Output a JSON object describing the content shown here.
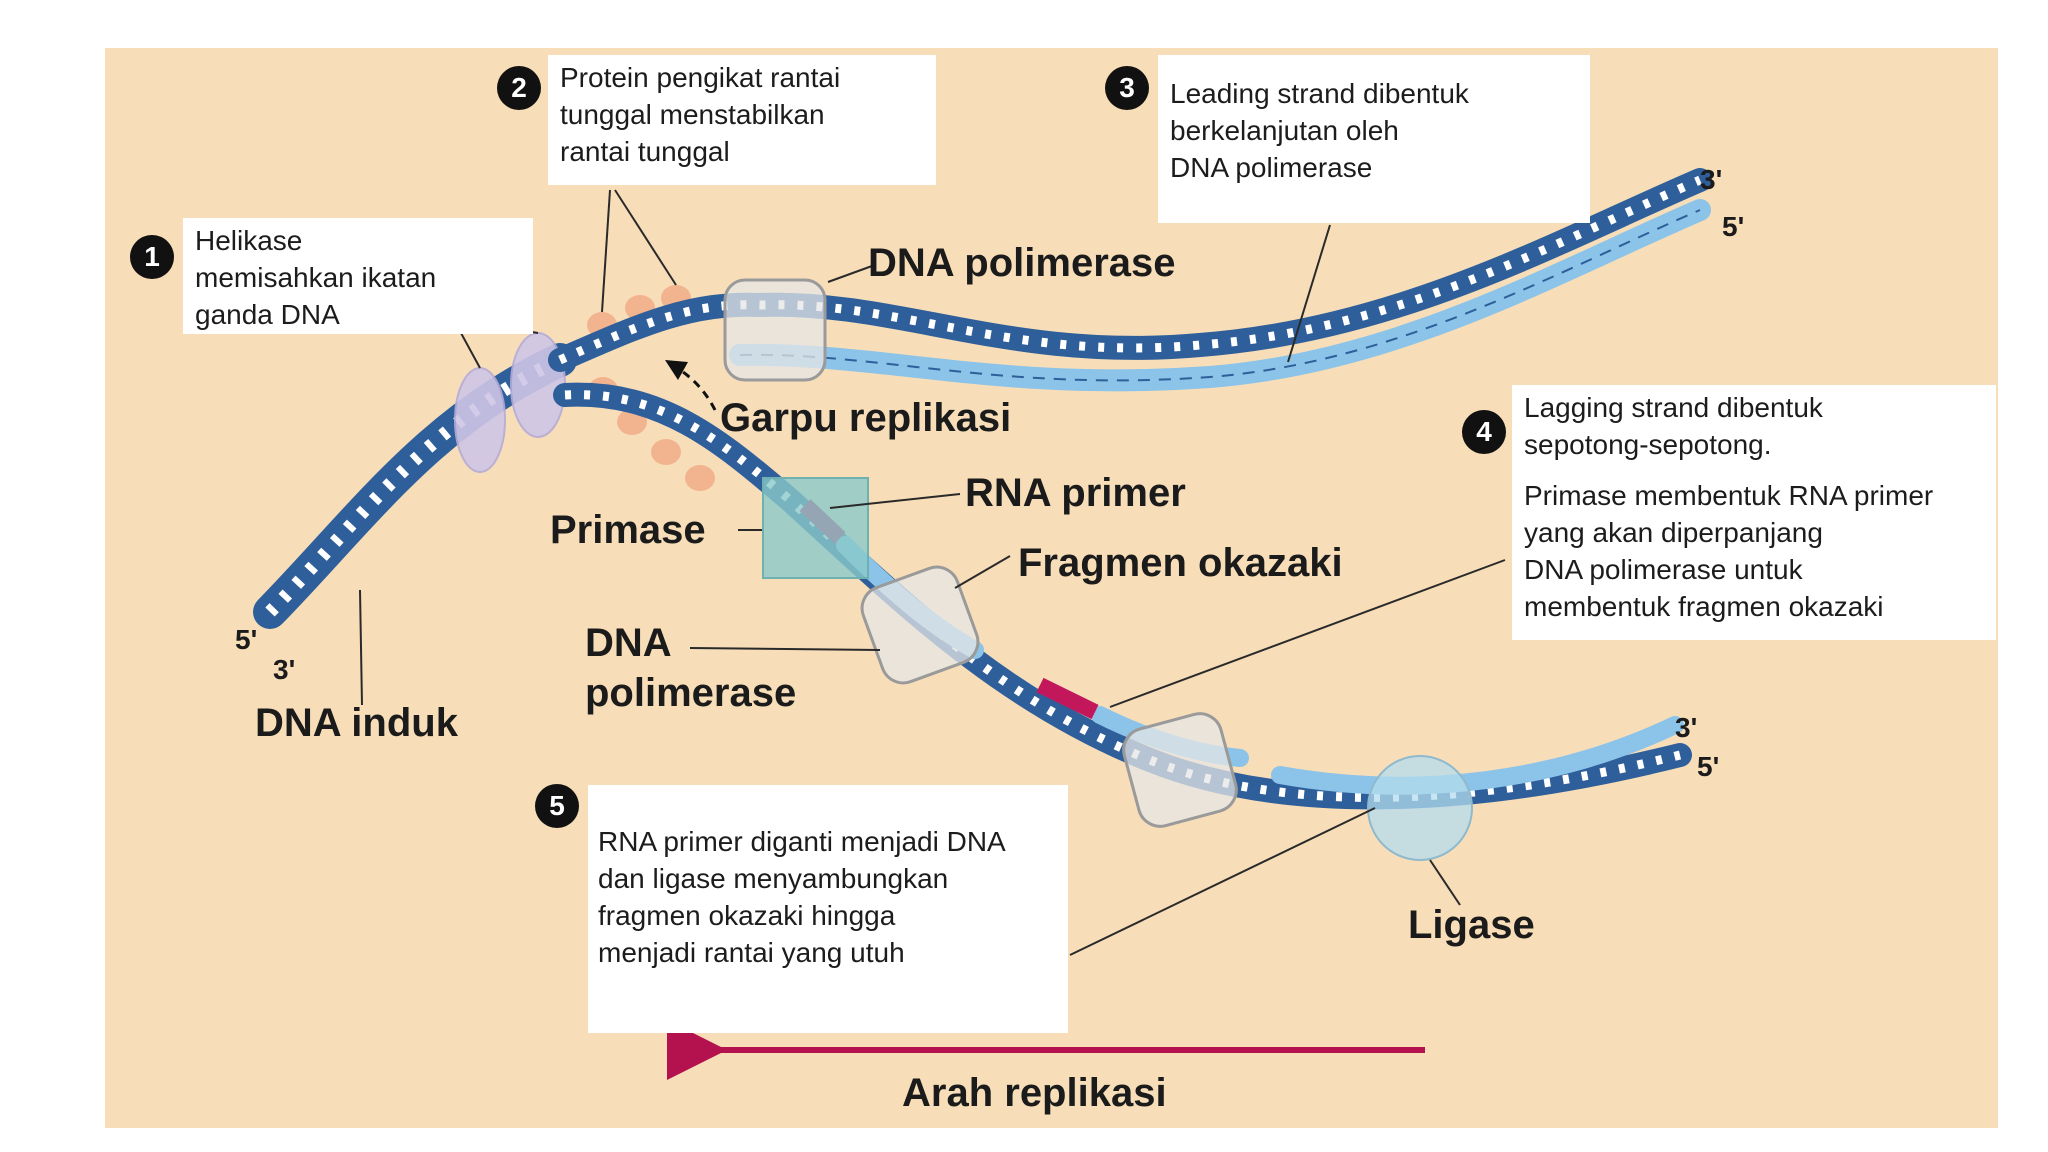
{
  "colors": {
    "background": "#f7deb9",
    "strand_dark": "#2f5f9a",
    "strand_light": "#8cc3e8",
    "rna_primer": "#c2185b",
    "helicase": "#cfc6e6",
    "binding_protein": "#f2b48f",
    "primase": "#8ac9c9",
    "polymerase": "#e6e6e6",
    "ligase": "#b4dcee",
    "arrow": "#b3124f"
  },
  "steps": [
    {
      "number": "1",
      "lines": [
        "Helikase",
        "memisahkan ikatan",
        "ganda DNA"
      ]
    },
    {
      "number": "2",
      "lines": [
        "Protein pengikat rantai",
        "tunggal menstabilkan",
        "rantai tunggal"
      ]
    },
    {
      "number": "3",
      "lines": [
        "Leading strand dibentuk",
        "berkelanjutan oleh",
        "DNA polimerase"
      ]
    },
    {
      "number": "4",
      "lines": [
        "Lagging strand dibentuk",
        "sepotong-sepotong."
      ],
      "lines2": [
        "Primase membentuk RNA primer",
        "yang akan diperpanjang",
        "DNA polimerase untuk",
        "membentuk fragmen okazaki"
      ]
    },
    {
      "number": "5",
      "lines": [
        "RNA primer diganti menjadi DNA",
        "dan ligase menyambungkan",
        "fragmen okazaki hingga",
        "menjadi rantai yang utuh"
      ]
    }
  ],
  "labels": {
    "dna_polymerase_top": "DNA polimerase",
    "replication_fork": "Garpu replikasi",
    "rna_primer": "RNA primer",
    "primase": "Primase",
    "okazaki_fragment": "Fragmen okazaki",
    "dna_polymerase_low_1": "DNA",
    "dna_polymerase_low_2": "polimerase",
    "parent_dna": "DNA induk",
    "ligase": "Ligase",
    "replication_direction": "Arah replikasi"
  },
  "ends": {
    "left_5": "5'",
    "left_3": "3'",
    "top_3": "3'",
    "top_5": "5'",
    "bottom_3": "3'",
    "bottom_5": "5'"
  }
}
